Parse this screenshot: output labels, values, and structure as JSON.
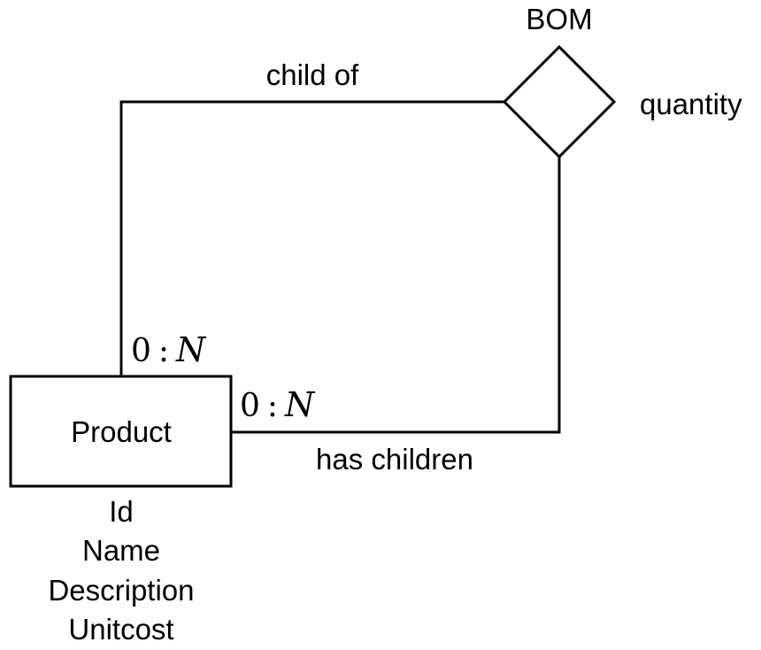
{
  "entity": {
    "name": "Product",
    "attributes": [
      "Id",
      "Name",
      "Description",
      "Unitcost"
    ]
  },
  "relationship": {
    "name": "BOM",
    "attribute": "quantity"
  },
  "roles": {
    "top": "child of",
    "bottom": "has children"
  },
  "cardinality": {
    "top": {
      "min": "0",
      "sep": ":",
      "max": "N"
    },
    "bottom": {
      "min": "0",
      "sep": ":",
      "max": "N"
    }
  }
}
